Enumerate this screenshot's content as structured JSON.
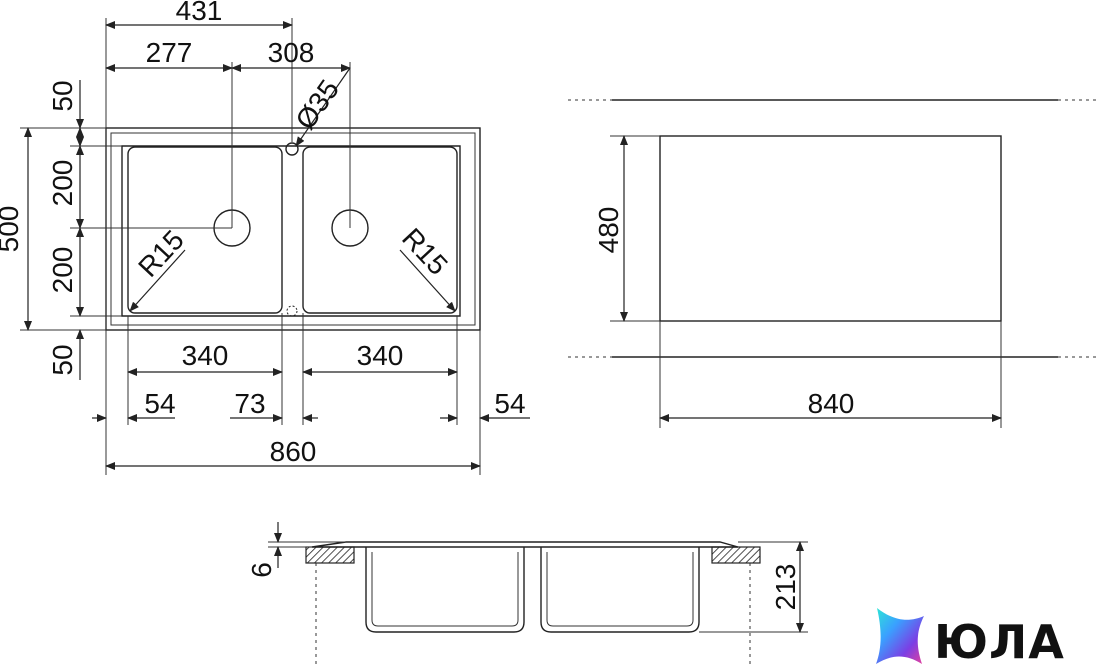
{
  "top_view": {
    "dim_overall_to_tap": "431",
    "dim_left_center": "277",
    "dim_right_center": "308",
    "dim_tap_hole": "Ø35",
    "dim_top_margin": "50",
    "dim_bowl_upper": "200",
    "dim_bowl_lower": "200",
    "dim_bottom_margin": "50",
    "dim_total_depth": "500",
    "dim_left_radius": "R15",
    "dim_right_radius": "R15",
    "dim_left_bowl": "340",
    "dim_right_bowl": "340",
    "dim_left_edge": "54",
    "dim_divider": "73",
    "dim_right_edge": "54",
    "dim_total_width": "860"
  },
  "cutout_view": {
    "dim_height": "480",
    "dim_width": "840"
  },
  "side_view": {
    "dim_thickness": "6",
    "dim_depth": "213"
  },
  "brand": {
    "name": "ЮЛА",
    "colors": {
      "pink": "#e8409a",
      "purple": "#7b3fe4",
      "blue": "#3aa0ff",
      "cyan": "#2ee6d6"
    }
  }
}
